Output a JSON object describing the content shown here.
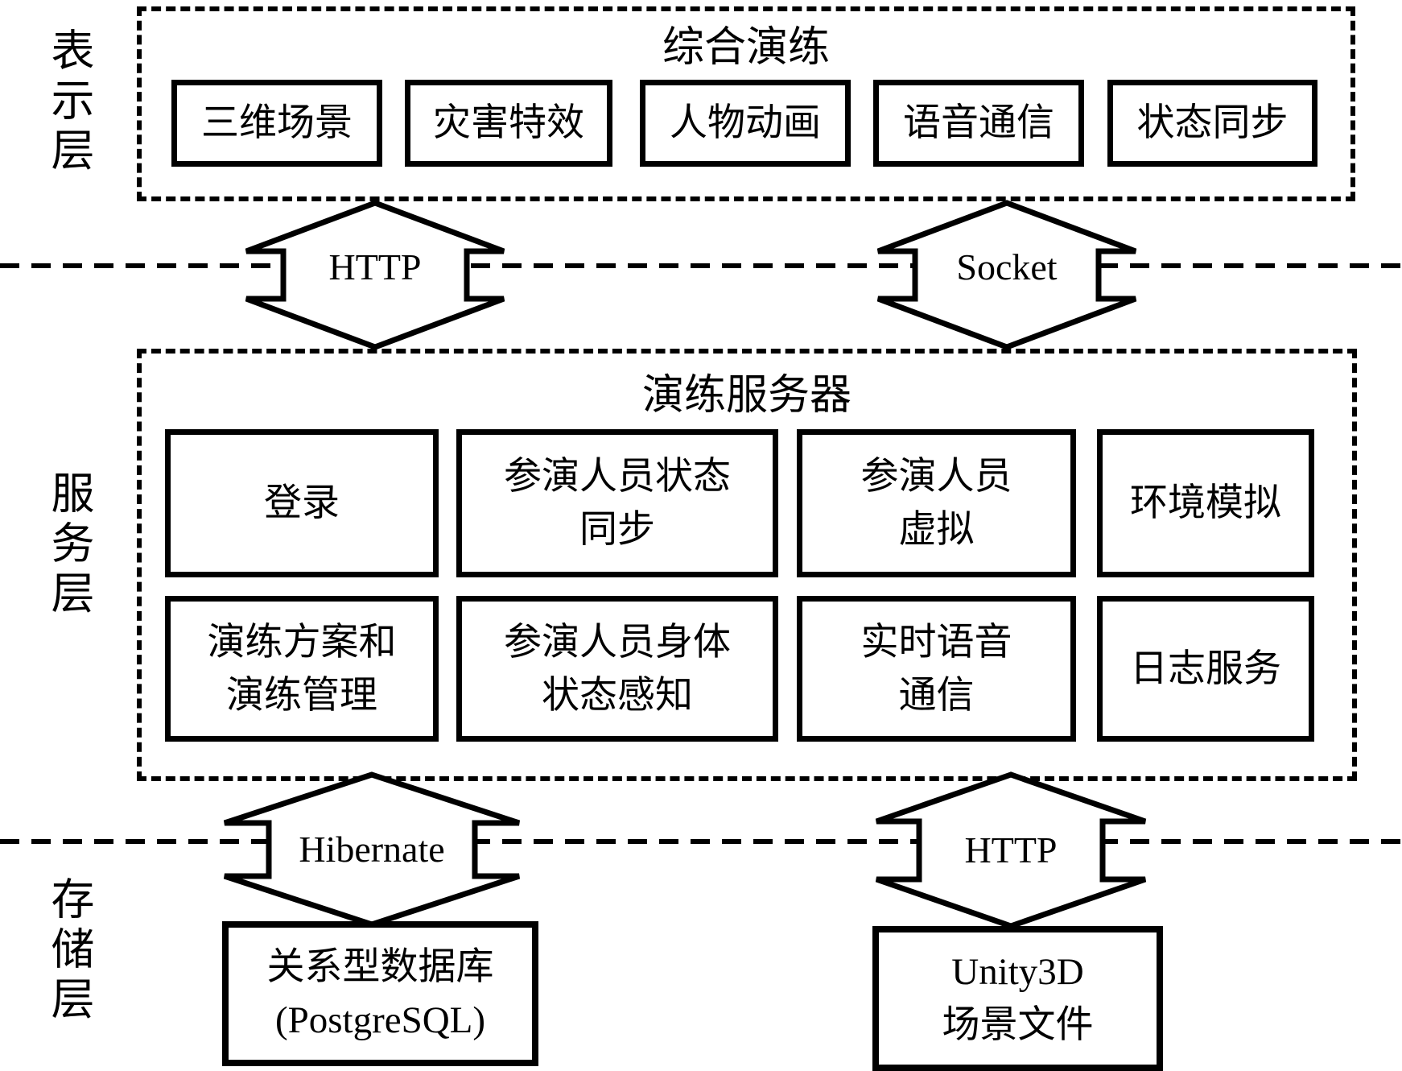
{
  "diagram": {
    "colors": {
      "ink": "#000000",
      "background": "#ffffff"
    },
    "layer_labels": {
      "presentation": "表示层",
      "service": "服务层",
      "storage": "存储层"
    },
    "presentation": {
      "title": "综合演练",
      "modules": [
        {
          "label": "三维场景"
        },
        {
          "label": "灾害特效"
        },
        {
          "label": "人物动画"
        },
        {
          "label": "语音通信"
        },
        {
          "label": "状态同步"
        }
      ]
    },
    "connectors": {
      "presentation_service_left": "HTTP",
      "presentation_service_right": "Socket",
      "service_storage_left": "Hibernate",
      "service_storage_right": "HTTP"
    },
    "service": {
      "title": "演练服务器",
      "row1": [
        {
          "line1": "登录"
        },
        {
          "line1": "参演人员状态",
          "line2": "同步"
        },
        {
          "line1": "参演人员",
          "line2": "虚拟"
        },
        {
          "line1": "环境模拟"
        }
      ],
      "row2": [
        {
          "line1": "演练方案和",
          "line2": "演练管理"
        },
        {
          "line1": "参演人员身体",
          "line2": "状态感知"
        },
        {
          "line1": "实时语音",
          "line2": "通信"
        },
        {
          "line1": "日志服务"
        }
      ]
    },
    "storage": {
      "database": {
        "line1": "关系型数据库",
        "line2": "(PostgreSQL)"
      },
      "scene_files": {
        "line1": "Unity3D",
        "line2": "场景文件"
      }
    }
  }
}
